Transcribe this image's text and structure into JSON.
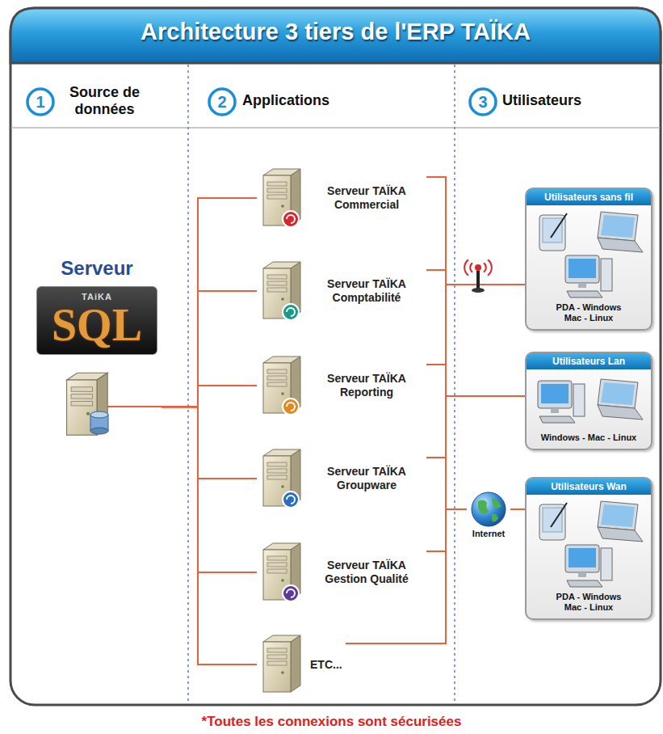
{
  "diagram": {
    "title": "Architecture 3 tiers de l'ERP TAÏKA",
    "caption": "*Toutes les connexions sont sécurisées",
    "nodes": [
      {
        "text": [
          "Serveur",
          "TAiKA",
          "SQL"
        ]
      },
      {
        "text": [
          "Serveur TAÏKA Commercial"
        ]
      },
      {
        "text": [
          "Serveur TAÏKA Comptabilité"
        ]
      },
      {
        "text": [
          "Serveur TAÏKA Reporting"
        ]
      },
      {
        "text": [
          "Serveur TAÏKA Groupware"
        ]
      },
      {
        "text": [
          "Serveur TAÏKA Gestion Qualité"
        ]
      },
      {
        "text": [
          "ETC..."
        ]
      },
      {
        "text": [
          "Utilisateurs sans fil",
          "PDA - Windows Mac - Linux"
        ]
      },
      {
        "text": [
          "Utilisateurs Lan",
          "Windows - Mac - Linux"
        ]
      },
      {
        "text": [
          "Internet"
        ]
      },
      {
        "text": [
          "Utilisateurs Wan",
          "PDA - Windows Mac - Linux"
        ]
      }
    ],
    "edges": [
      {
        "from": 0,
        "to": 1,
        "arrow": "none"
      },
      {
        "from": 0,
        "to": 2,
        "arrow": "none"
      },
      {
        "from": 0,
        "to": 3,
        "arrow": "none"
      },
      {
        "from": 0,
        "to": 4,
        "arrow": "none"
      },
      {
        "from": 0,
        "to": 5,
        "arrow": "none"
      },
      {
        "from": 0,
        "to": 6,
        "arrow": "none"
      },
      {
        "from": 1,
        "to": 7,
        "arrow": "none"
      },
      {
        "from": 1,
        "to": 8,
        "arrow": "none"
      },
      {
        "from": 1,
        "to": 9,
        "arrow": "none"
      },
      {
        "from": 2,
        "to": 7,
        "arrow": "none"
      },
      {
        "from": 2,
        "to": 8,
        "arrow": "none"
      },
      {
        "from": 2,
        "to": 9,
        "arrow": "none"
      },
      {
        "from": 3,
        "to": 7,
        "arrow": "none"
      },
      {
        "from": 3,
        "to": 8,
        "arrow": "none"
      },
      {
        "from": 3,
        "to": 9,
        "arrow": "none"
      },
      {
        "from": 4,
        "to": 7,
        "arrow": "none"
      },
      {
        "from": 4,
        "to": 8,
        "arrow": "none"
      },
      {
        "from": 4,
        "to": 9,
        "arrow": "none"
      },
      {
        "from": 5,
        "to": 7,
        "arrow": "none"
      },
      {
        "from": 5,
        "to": 8,
        "arrow": "none"
      },
      {
        "from": 5,
        "to": 9,
        "arrow": "none"
      },
      {
        "from": 6,
        "to": 7,
        "arrow": "none"
      },
      {
        "from": 6,
        "to": 8,
        "arrow": "none"
      },
      {
        "from": 6,
        "to": 9,
        "arrow": "none"
      },
      {
        "from": 9,
        "to": 10,
        "arrow": "none"
      }
    ],
    "labels": [
      "1",
      "Source de données",
      "2",
      "Applications",
      "3",
      "Utilisateurs"
    ]
  }
}
